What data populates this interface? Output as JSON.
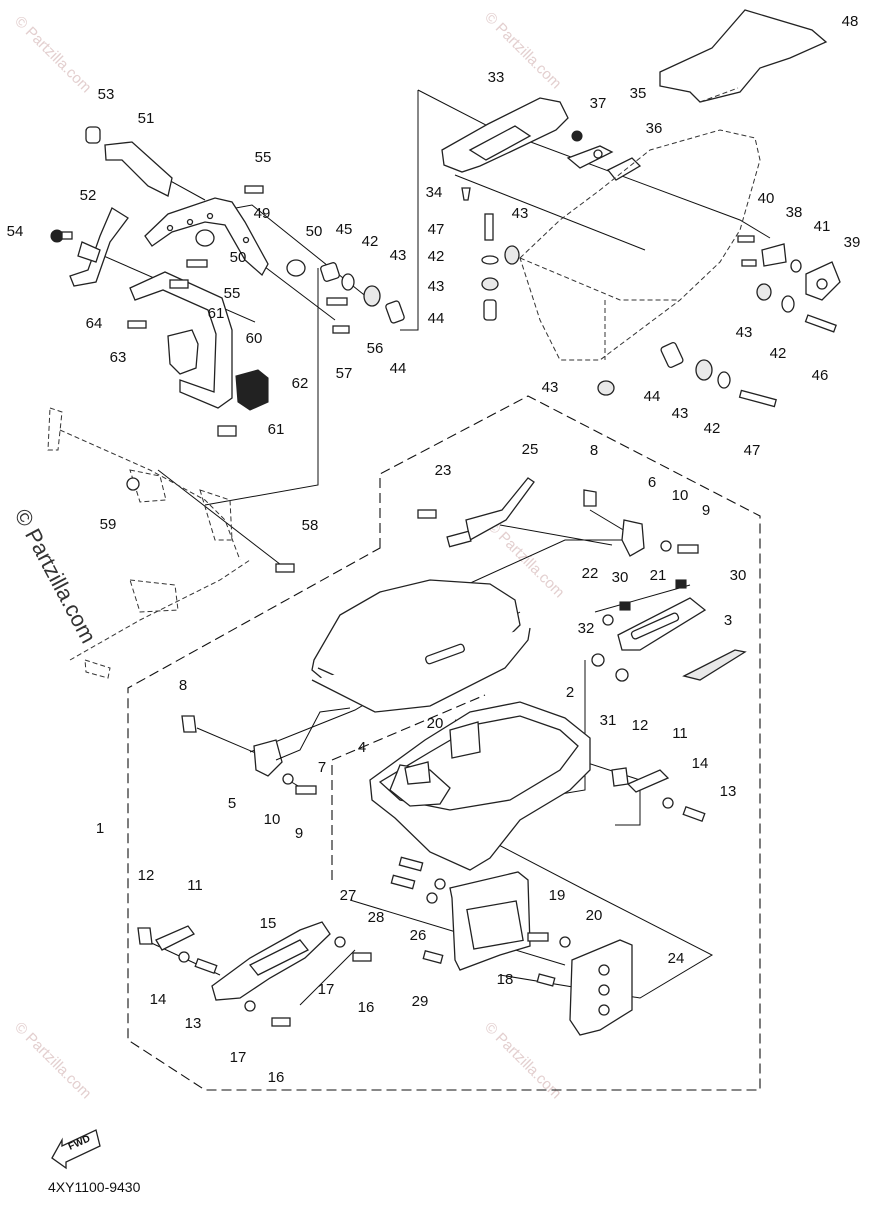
{
  "diagram": {
    "part_code": "4XY1100-9430",
    "side_watermark": "© Partzilla.com",
    "watermark": "© Partzilla.com",
    "fwd_label": "FWD",
    "callouts": [
      "1",
      "2",
      "3",
      "4",
      "5",
      "6",
      "7",
      "8",
      "8",
      "9",
      "9",
      "10",
      "10",
      "11",
      "11",
      "12",
      "12",
      "13",
      "13",
      "14",
      "14",
      "15",
      "16",
      "16",
      "17",
      "17",
      "18",
      "19",
      "20",
      "20",
      "21",
      "22",
      "23",
      "24",
      "25",
      "26",
      "27",
      "28",
      "29",
      "30",
      "30",
      "31",
      "32",
      "33",
      "34",
      "35",
      "36",
      "37",
      "38",
      "39",
      "40",
      "41",
      "42",
      "42",
      "42",
      "42",
      "43",
      "43",
      "43",
      "43",
      "43",
      "43",
      "44",
      "44",
      "44",
      "45",
      "46",
      "47",
      "47",
      "48",
      "49",
      "50",
      "50",
      "51",
      "52",
      "53",
      "54",
      "55",
      "55",
      "56",
      "57",
      "58",
      "59",
      "60",
      "61",
      "61",
      "62",
      "63",
      "64"
    ]
  }
}
